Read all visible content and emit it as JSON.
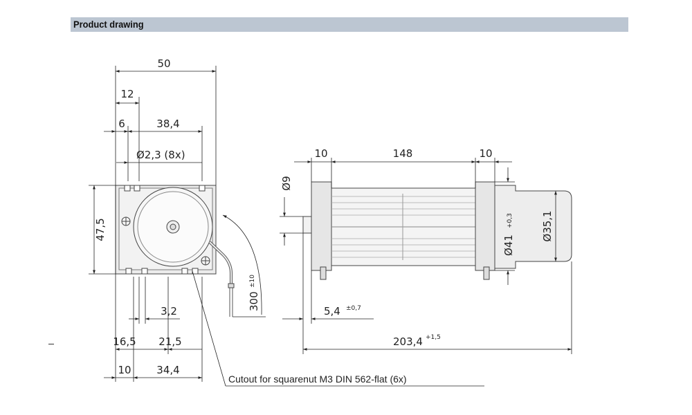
{
  "header": {
    "title": "Product drawing"
  },
  "dimensions": {
    "left_width_top": "50",
    "left_12": "12",
    "left_6": "6",
    "left_38_4": "38,4",
    "left_hole": "Ø2,3 (8x)",
    "left_height": "47,5",
    "left_3_2": "3,2",
    "left_16_5": "16,5",
    "left_21_5": "21,5",
    "left_10": "10",
    "left_34_4": "34,4",
    "cable_length": "300",
    "cable_tol": "±10",
    "side_10_left": "10",
    "side_148": "148",
    "side_10_right": "10",
    "side_9": "Ø9",
    "side_41": "Ø41",
    "side_41_tol": "+0,3",
    "side_35_1": "Ø35,1",
    "side_5_4": "5,4",
    "side_5_4_tol": "±0,7",
    "side_total": "203,4",
    "side_total_tol": "+1,5"
  },
  "callout": {
    "cutout_note": "Cutout for squarenut M3 DIN 562-flat (6x)"
  },
  "colors": {
    "header_bg": "#bcc6d2",
    "part_fill": "#e9e9e9",
    "part_stroke": "#444444"
  }
}
